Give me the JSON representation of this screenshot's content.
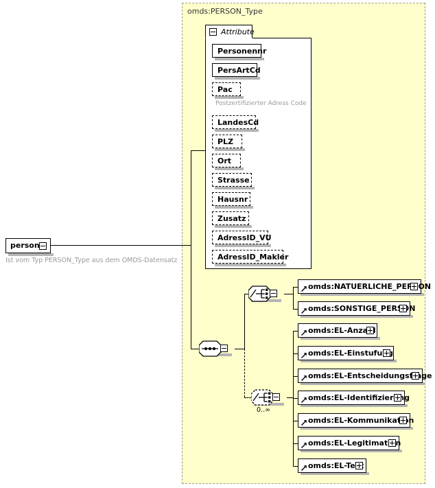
{
  "diagram": {
    "title": "omds:PERSON_Type",
    "root_element": {
      "name": "person",
      "toggle": "minus-box",
      "annotation": "Ist vom Typ PERSON_Type aus dem OMDS-Datensatz"
    },
    "attribute_section": {
      "label": "Attribute",
      "toggle": "minus-box",
      "items": [
        {
          "name": "Personennr",
          "required": true,
          "width": 72,
          "note": ""
        },
        {
          "name": "PersArtCd",
          "required": true,
          "width": 66,
          "note": ""
        },
        {
          "name": "Pac",
          "required": false,
          "width": 42,
          "note": "Postzertifizierter Adress Code"
        },
        {
          "name": "LandesCd",
          "required": false,
          "width": 64,
          "note": ""
        },
        {
          "name": "PLZ",
          "required": false,
          "width": 44,
          "note": ""
        },
        {
          "name": "Ort",
          "required": false,
          "width": 42,
          "note": ""
        },
        {
          "name": "Strasse",
          "required": false,
          "width": 58,
          "note": ""
        },
        {
          "name": "Hausnr",
          "required": false,
          "width": 56,
          "note": ""
        },
        {
          "name": "Zusatz",
          "required": false,
          "width": 54,
          "note": ""
        },
        {
          "name": "AdressID_VU",
          "required": false,
          "width": 82,
          "note": ""
        },
        {
          "name": "AdressID_Makler",
          "required": false,
          "width": 104,
          "note": ""
        }
      ]
    },
    "compositors": {
      "sequence": {
        "kind": "sequence",
        "toggle": "minus-box",
        "occurrence": ""
      },
      "choice_top": {
        "kind": "choice",
        "toggle": "minus-box",
        "occurrence": ""
      },
      "choice_bottom": {
        "kind": "choice",
        "toggle": "minus-box",
        "optional": true,
        "occurrence": "0..∞"
      }
    },
    "choice_top_members": [
      {
        "name": "omds:NATUERLICHE_PERSON",
        "width": 180,
        "toggle": "plus-box"
      },
      {
        "name": "omds:SONSTIGE_PERSON",
        "width": 164,
        "toggle": "plus-box"
      }
    ],
    "choice_bottom_members": [
      {
        "name": "omds:EL-Anzahl",
        "width": 116,
        "toggle": "plus-box"
      },
      {
        "name": "omds:EL-Einstufung",
        "width": 140,
        "toggle": "plus-box"
      },
      {
        "name": "omds:EL-Entscheidungsfrage",
        "width": 182,
        "toggle": "plus-box"
      },
      {
        "name": "omds:EL-Identifizierung",
        "width": 156,
        "toggle": "plus-box"
      },
      {
        "name": "omds:EL-Kommunikation",
        "width": 164,
        "toggle": "plus-box"
      },
      {
        "name": "omds:EL-Legitimation",
        "width": 148,
        "toggle": "plus-box"
      },
      {
        "name": "omds:EL-Text",
        "width": 100,
        "toggle": "plus-box"
      }
    ],
    "colors": {
      "type_background": "#ffffcc",
      "type_border": "#999999",
      "box_background": "#ffffff",
      "box_border": "#000000",
      "shadow": "#b4b4b4",
      "annotation_text": "#999999"
    }
  }
}
